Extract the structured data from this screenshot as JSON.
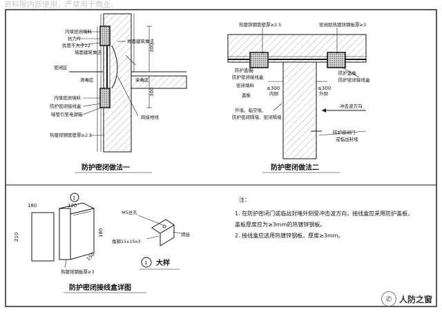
{
  "banner": "资料限内部使用，严禁用于商业。",
  "fig1": {
    "title": "防护密闭做法一",
    "labels": {
      "inner_fill": "内填密闭填料",
      "anti_force": "抗力片",
      "dim_sc22": "扰度不大于22",
      "floor_layer": "地面建筑做法",
      "wall_layer": "墙面建筑做法",
      "seal_area": "密闭区",
      "clean_area": "清毒区",
      "toxic_area": "染毒区",
      "inner_fill2": "内填密闭填料",
      "seal_box": "防护密闭接线盒",
      "conduit_note": "暗管引至电源箱",
      "pipe_note": "热镀锌钢管壁厚≥2.5",
      "ground": "跨接地线"
    },
    "dims": {
      "a": "300",
      "b": "300"
    }
  },
  "fig2": {
    "title": "防护密闭做法二",
    "labels": {
      "pipe_note": "热镀锌钢管壁厚≥2.5",
      "plate_note": "密闭肋热镀锌钢板厚≥3",
      "cover": "防护盖板",
      "box": "防护密闭接线盒",
      "fill": "密闭填料",
      "cover2": "盖板",
      "dim1": "≤300",
      "dim1_sub": "内侧",
      "dim2": "≤300",
      "dim2_sub": "外侧",
      "walls": "外墙、临空墙、",
      "walls2": "防护密闭隔墙、密闭隔墙",
      "impact": "冲击波方向",
      "door": "防护密闭门",
      "door2": "或临战封堵"
    }
  },
  "fig3": {
    "title": "防护密闭接线盒详图",
    "callout": "1",
    "dims": {
      "w120": "120",
      "h180": "180",
      "h210": "210",
      "v180": "180",
      "d150": "150"
    },
    "plate_note": "热镀锌钢板厚≥3"
  },
  "detail": {
    "title": "大样",
    "callout": "1",
    "hole": "M5丝孔",
    "angle": "角钢15x15x3",
    "weld": "焊接"
  },
  "notes": {
    "head": "注：",
    "items": [
      "1.  在防护密闭门或临战封堵外侧受冲击波方向，接线盒应采用防护盖板，",
      "     盖板厚度应为≥3mm的热镀锌钢板。",
      "2.  接线盒应选用热镀锌钢板，厚度≥3mm。"
    ]
  },
  "logo": "人防之窗"
}
